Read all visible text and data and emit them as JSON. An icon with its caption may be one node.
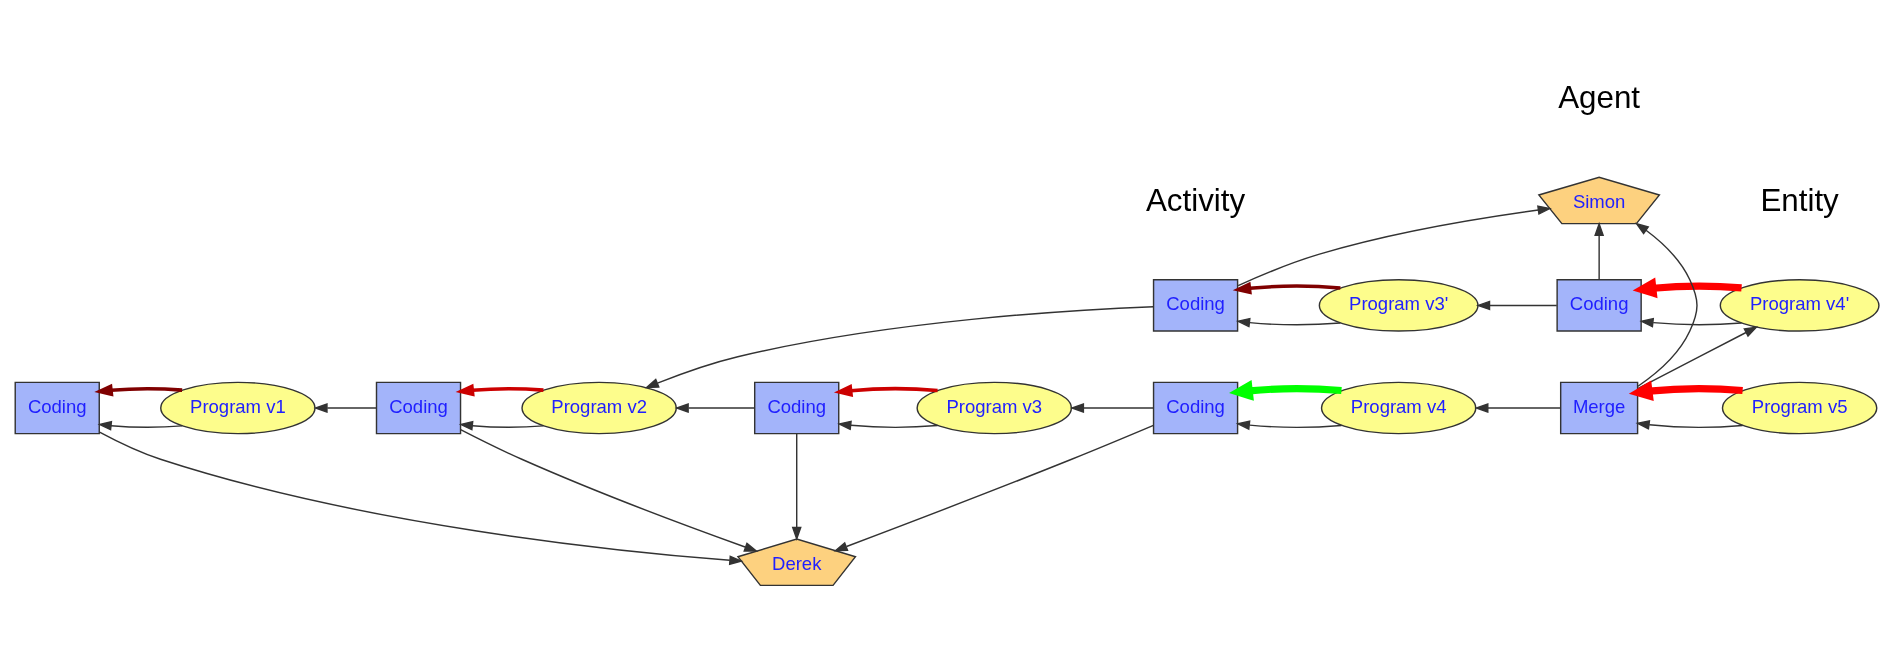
{
  "diagram": {
    "nodes": [
      {
        "text": [
          "Simon"
        ]
      },
      {
        "text": [
          "Coding"
        ]
      },
      {
        "text": [
          "Program v3'"
        ]
      },
      {
        "text": [
          "Coding"
        ]
      },
      {
        "text": [
          "Program v4'"
        ]
      },
      {
        "text": [
          "Coding"
        ]
      },
      {
        "text": [
          "Program v1"
        ]
      },
      {
        "text": [
          "Coding"
        ]
      },
      {
        "text": [
          "Program v2"
        ]
      },
      {
        "text": [
          "Coding"
        ]
      },
      {
        "text": [
          "Program v3"
        ]
      },
      {
        "text": [
          "Coding"
        ]
      },
      {
        "text": [
          "Program v4"
        ]
      },
      {
        "text": [
          "Merge"
        ]
      },
      {
        "text": [
          "Program v5"
        ]
      },
      {
        "text": [
          "Derek"
        ]
      }
    ],
    "edges": [
      {
        "from": 6,
        "to": 5,
        "arrow": "to"
      },
      {
        "from": 6,
        "to": 5,
        "arrow": "to",
        "color": "#800000"
      },
      {
        "from": 7,
        "to": 6,
        "arrow": "to"
      },
      {
        "from": 8,
        "to": 7,
        "arrow": "to"
      },
      {
        "from": 8,
        "to": 7,
        "arrow": "to",
        "color": "#cc0000"
      },
      {
        "from": 9,
        "to": 8,
        "arrow": "to"
      },
      {
        "from": 10,
        "to": 9,
        "arrow": "to"
      },
      {
        "from": 10,
        "to": 9,
        "arrow": "to",
        "color": "#cc0000"
      },
      {
        "from": 11,
        "to": 10,
        "arrow": "to"
      },
      {
        "from": 12,
        "to": 11,
        "arrow": "to"
      },
      {
        "from": 12,
        "to": 11,
        "arrow": "to",
        "style": "thick",
        "color": "#00ff00"
      },
      {
        "from": 13,
        "to": 12,
        "arrow": "to"
      },
      {
        "from": 14,
        "to": 13,
        "arrow": "to"
      },
      {
        "from": 14,
        "to": 13,
        "arrow": "to",
        "style": "thick",
        "color": "#ff0000"
      },
      {
        "from": 2,
        "to": 1,
        "arrow": "to"
      },
      {
        "from": 2,
        "to": 1,
        "arrow": "to",
        "color": "#800000"
      },
      {
        "from": 3,
        "to": 2,
        "arrow": "to"
      },
      {
        "from": 4,
        "to": 3,
        "arrow": "to"
      },
      {
        "from": 4,
        "to": 3,
        "arrow": "to",
        "style": "thick",
        "color": "#ff0000"
      },
      {
        "from": 1,
        "to": 8,
        "arrow": "to"
      },
      {
        "from": 1,
        "to": 0,
        "arrow": "to"
      },
      {
        "from": 3,
        "to": 0,
        "arrow": "to"
      },
      {
        "from": 13,
        "to": 0,
        "arrow": "to"
      },
      {
        "from": 13,
        "to": 4,
        "arrow": "to"
      },
      {
        "from": 5,
        "to": 15,
        "arrow": "to"
      },
      {
        "from": 7,
        "to": 15,
        "arrow": "to"
      },
      {
        "from": 9,
        "to": 15,
        "arrow": "to"
      },
      {
        "from": 11,
        "to": 15,
        "arrow": "to"
      }
    ],
    "labels": [
      "Agent",
      "Activity",
      "Entity"
    ]
  }
}
